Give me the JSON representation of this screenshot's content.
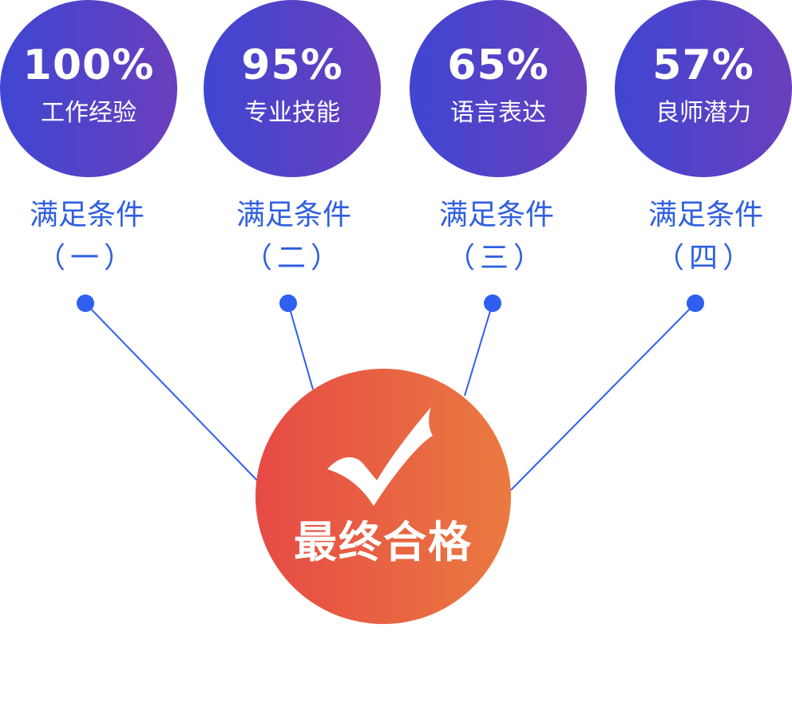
{
  "metrics": [
    {
      "value": "100%",
      "label": "工作经验",
      "condition": "满足条件",
      "index": "（一）"
    },
    {
      "value": "95%",
      "label": "专业技能",
      "condition": "满足条件",
      "index": "（二）"
    },
    {
      "value": "65%",
      "label": "语言表达",
      "condition": "满足条件",
      "index": "（三）"
    },
    {
      "value": "57%",
      "label": "良师潜力",
      "condition": "满足条件",
      "index": "（四）"
    }
  ],
  "result": {
    "label": "最终合格",
    "icon": "checkmark-icon"
  },
  "colors": {
    "metric_gradient_start": "#3f46d2",
    "metric_gradient_end": "#6a3fbd",
    "result_gradient_start": "#e64a45",
    "result_gradient_end": "#ea7a40",
    "condition_text": "#2f5fe0",
    "connector": "#2e5ff0"
  }
}
